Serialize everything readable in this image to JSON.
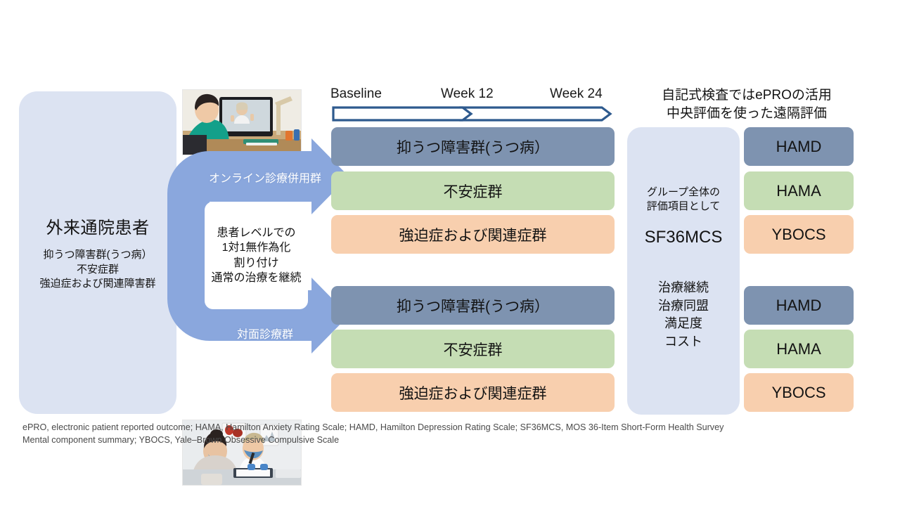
{
  "colors": {
    "panel_blue": "#dce3f2",
    "arrow_blue": "#8aa7dd",
    "timeline_outline": "#2e5a8e",
    "depression_slate": "#7e93b0",
    "anxiety_green": "#c5ddb4",
    "ocd_peach": "#f8cfae",
    "white": "#ffffff",
    "footnote_gray": "#4a4a4a"
  },
  "population": {
    "title": "外来通院患者",
    "subtitle_lines": [
      "抑うつ障害群(うつ病）",
      "不安症群",
      "強迫症および関連障害群"
    ]
  },
  "photos": {
    "online": {
      "caption": "telemedicine-video-consultation-photo"
    },
    "inperson": {
      "caption": "in-person-clinic-consultation-photo"
    }
  },
  "randomization": {
    "arm_label_online": "オンライン診療併用群",
    "arm_label_inperson": "対面診療群",
    "note_lines": [
      "患者レベルでの",
      "1対1無作為化",
      "割り付け",
      "通常の治療を継続"
    ]
  },
  "timeline": {
    "points": [
      "Baseline",
      "Week 12",
      "Week 24"
    ]
  },
  "arms": [
    {
      "id": "arm-online",
      "groups": [
        {
          "label": "抑うつ障害群(うつ病）",
          "color": "#7e93b0"
        },
        {
          "label": "不安症群",
          "color": "#c5ddb4"
        },
        {
          "label": "強迫症および関連症群",
          "color": "#f8cfae"
        }
      ],
      "scales": [
        {
          "label": "HAMD",
          "color": "#7e93b0"
        },
        {
          "label": "HAMA",
          "color": "#c5ddb4"
        },
        {
          "label": "YBOCS",
          "color": "#f8cfae"
        }
      ]
    },
    {
      "id": "arm-inperson",
      "groups": [
        {
          "label": "抑うつ障害群(うつ病）",
          "color": "#7e93b0"
        },
        {
          "label": "不安症群",
          "color": "#c5ddb4"
        },
        {
          "label": "強迫症および関連症群",
          "color": "#f8cfae"
        }
      ],
      "scales": [
        {
          "label": "HAMD",
          "color": "#7e93b0"
        },
        {
          "label": "HAMA",
          "color": "#c5ddb4"
        },
        {
          "label": "YBOCS",
          "color": "#f8cfae"
        }
      ]
    }
  ],
  "outcomes": {
    "header_lines": [
      "自記式検査ではePROの活用",
      "中央評価を使った遠隔評価"
    ],
    "top_block": {
      "intro_lines": [
        "グループ全体の",
        "評価項目として"
      ],
      "highlight": "SF36MCS"
    },
    "bottom_block": {
      "items": [
        "治療継続",
        "治療同盟",
        "満足度",
        "コスト"
      ]
    }
  },
  "footnote": {
    "lines": [
      "ePRO, electronic patient reported outcome; HAMA, Hamilton Anxiety Rating Scale; HAMD, Hamilton Depression Rating Scale; SF36MCS, MOS 36-Item Short-Form Health Survey",
      "Mental component summary; YBOCS, Yale–Brown Obsessive Compulsive Scale"
    ]
  }
}
